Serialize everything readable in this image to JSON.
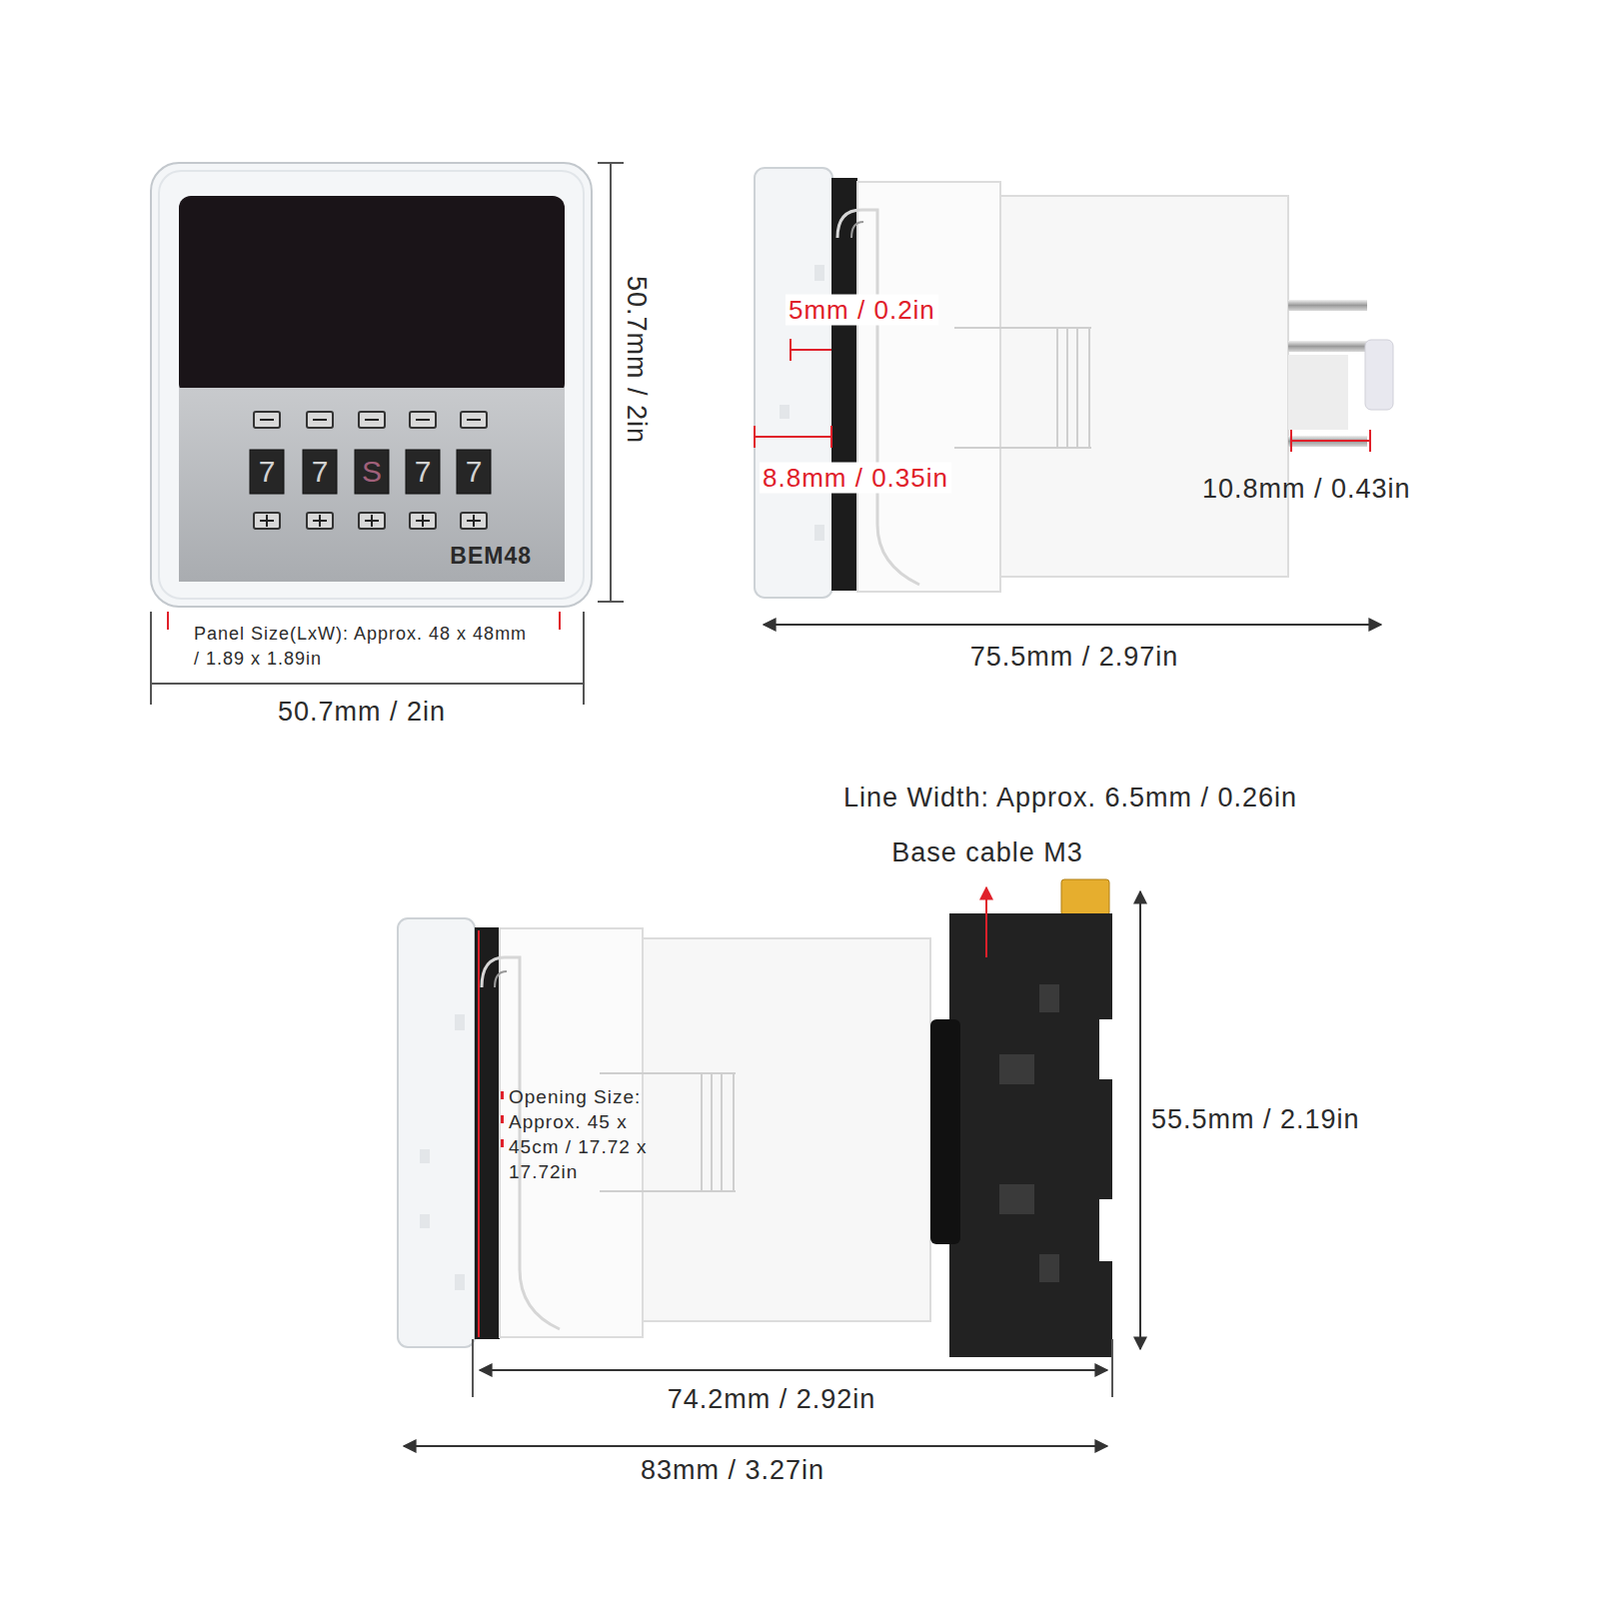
{
  "diagram": {
    "labels": [
      "50.7mm / 2in",
      "7",
      "7",
      "S",
      "7",
      "7",
      "BEM48",
      "Panel Size(LxW): Approx. 48 x 48mm / 1.89 x 1.89in",
      "50.7mm / 2in",
      "5mm / 0.2in",
      "8.8mm / 0.35in",
      "10.8mm / 0.43in",
      "75.5mm / 2.97in",
      "Line Width: Approx. 6.5mm / 0.26in",
      "Base cable M3",
      "Opening Size: Approx. 45 x 45cm / 17.72 x 17.72in",
      "55.5mm / 2.19in",
      "74.2mm / 2.92in",
      "83mm / 3.27in"
    ]
  }
}
